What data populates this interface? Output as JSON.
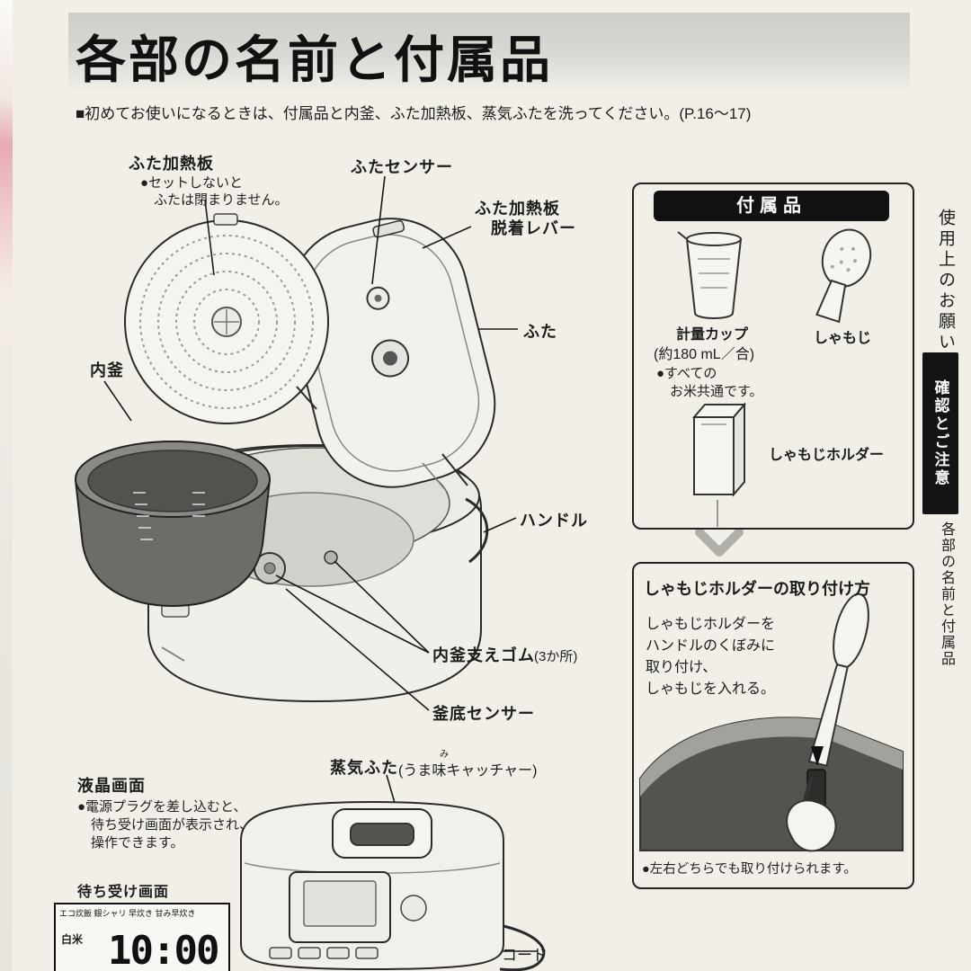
{
  "page": {
    "title": "各部の名前と付属品",
    "notice": "■初めてお使いになるときは、付属品と内釜、ふた加熱板、蒸気ふたを洗ってください。(P.16～17)"
  },
  "labels": {
    "futa_kanetsuban": "ふた加熱板",
    "futa_kanetsuban_note1": "●セットしないと",
    "futa_kanetsuban_note2": "　ふたは閉まりません。",
    "futa_sensor": "ふたセンサー",
    "dacchaku_line1": "ふた加熱板",
    "dacchaku_line2": "脱着レバー",
    "futa": "ふた",
    "uchigama": "内釜",
    "handle": "ハンドル",
    "sasae": "内釜支えゴム",
    "sasae_suffix": "(3か所)",
    "kamazoko": "釜底センサー",
    "joki": "蒸気ふた",
    "joki_suffix": "(うま味キャッチャー)",
    "joki_furigana": "み",
    "lcd": "液晶画面",
    "lcd_note1": "●電源プラグを差し込むと、",
    "lcd_note2": "　待ち受け画面が表示され、",
    "lcd_note3": "　操作できます。",
    "standby": "待ち受け画面",
    "cord": "コード"
  },
  "lcd_screen": {
    "modes": "エコ炊飯 銀シャリ 早炊き 甘み早炊き",
    "rice": "白米",
    "time": "10:00"
  },
  "accessories_panel": {
    "header": "付属品",
    "cup_label": "計量カップ",
    "cup_sub": "(約180 mL／合)",
    "cup_note1": "●すべての",
    "cup_note2": "　お米共通です。",
    "shamoji": "しゃもじ",
    "holder": "しゃもじホルダー",
    "howto_header": "しゃもじホルダーの取り付け方",
    "howto_line1": "しゃもじホルダーを",
    "howto_line2": "ハンドルのくぼみに",
    "howto_line3": "取り付け、",
    "howto_line4": "しゃもじを入れる。",
    "howto_note": "●左右どちらでも取り付けられます。"
  },
  "sidebar": {
    "item1": "使用上のお願い",
    "item2": "確認とご注意",
    "item3": "各部の名前と付属品"
  }
}
